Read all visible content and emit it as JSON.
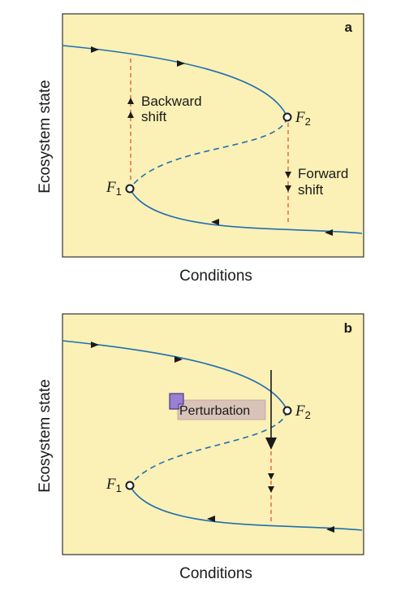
{
  "colors": {
    "panel_bg": "#fbf0b5",
    "curve": "#1f6fb2",
    "shift_dash": "#e8603c",
    "frame": "#333333",
    "pert_box": "#d9c3b8",
    "pert_icon": "#9b7fd4"
  },
  "panel_a": {
    "letter": "a",
    "xlabel": "Conditions",
    "ylabel": "Ecosystem state",
    "backward_shift": [
      "Backward",
      "shift"
    ],
    "forward_shift": [
      "Forward",
      "shift"
    ],
    "f1": {
      "main": "F",
      "sub": "1"
    },
    "f2": {
      "main": "F",
      "sub": "2"
    }
  },
  "panel_b": {
    "letter": "b",
    "xlabel": "Conditions",
    "ylabel": "Ecosystem state",
    "perturbation": "Perturbation",
    "perturbation_icon": "note-icon",
    "f1": {
      "main": "F",
      "sub": "1"
    },
    "f2": {
      "main": "F",
      "sub": "2"
    }
  }
}
